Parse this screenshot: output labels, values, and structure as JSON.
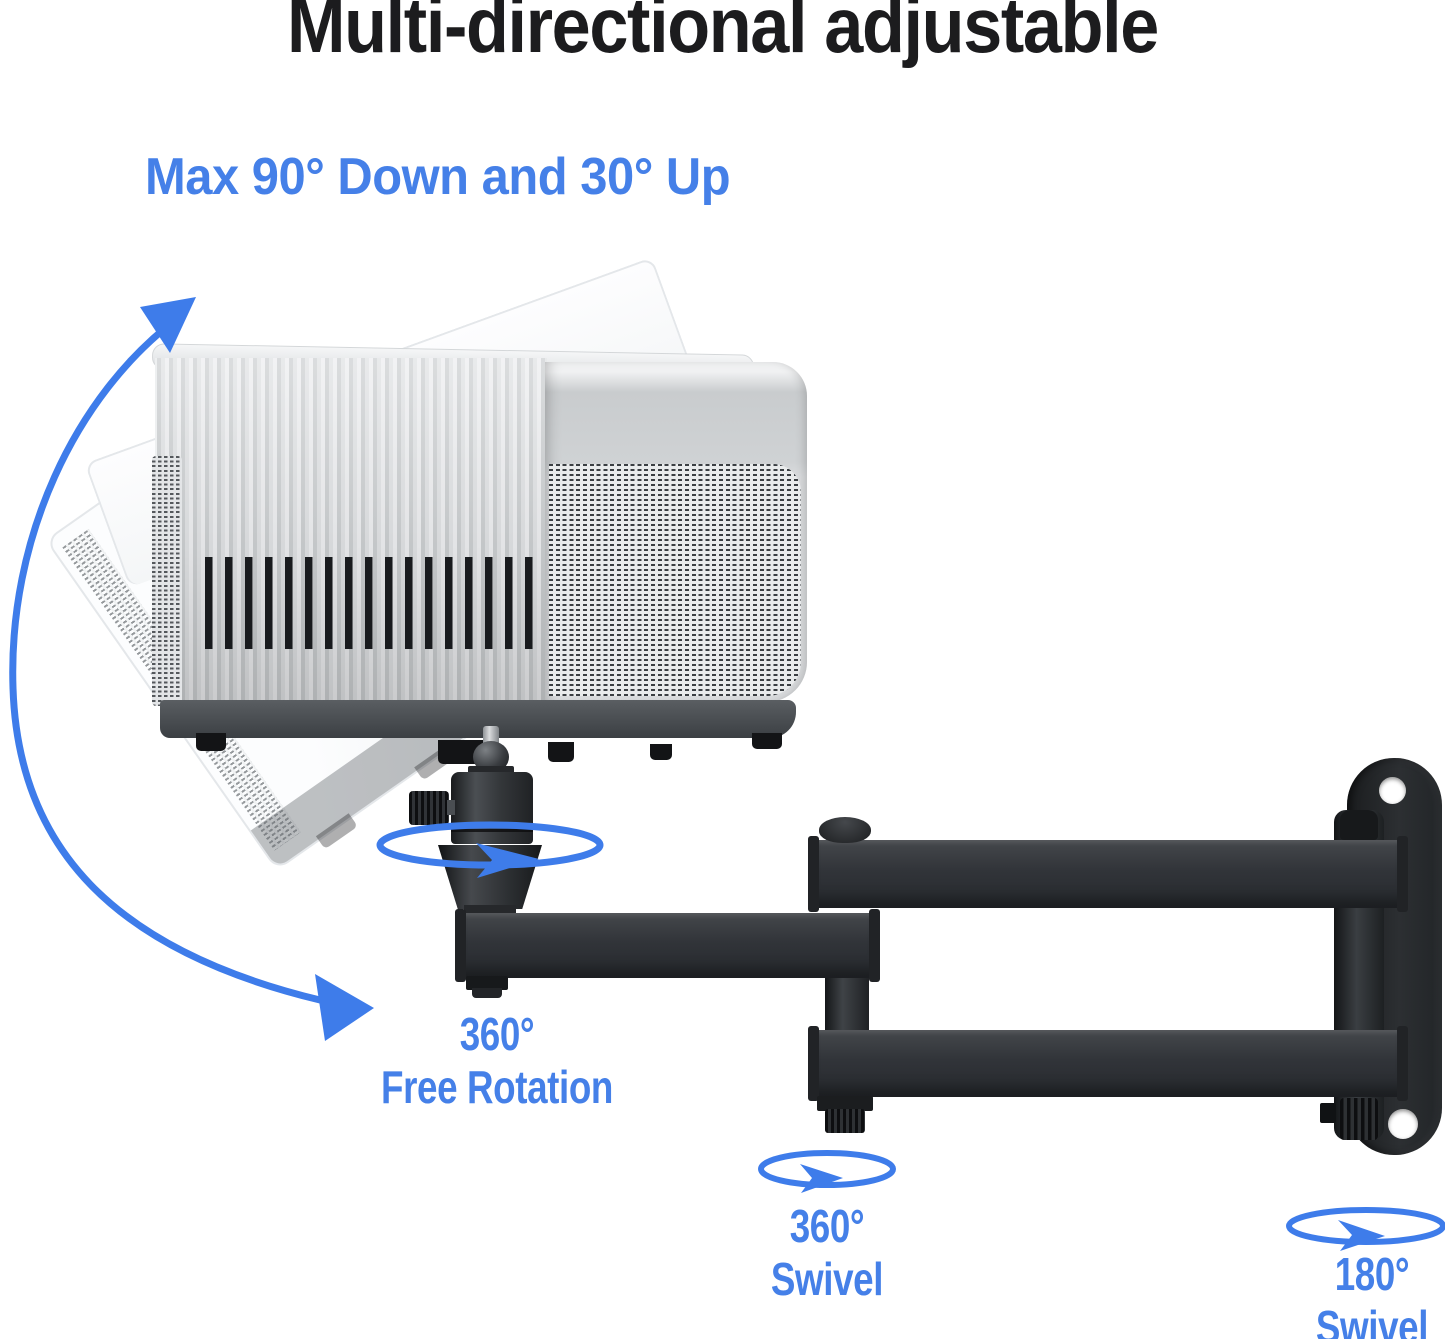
{
  "header": {
    "title": "Multi-directional adjustable",
    "subtitle": "Max 90° Down and 30° Up"
  },
  "annotations": {
    "free_rotation": {
      "degrees": "360°",
      "caption": "Free Rotation"
    },
    "arm_swivel": {
      "degrees": "360°",
      "caption": "Swivel"
    },
    "wall_swivel": {
      "degrees": "180°",
      "caption": "Swivel"
    }
  },
  "icons": {
    "tilt_range_arrow": "curved-arc-double-arrow",
    "free_rotation_arrow": "rotation-ellipse-arrow",
    "arm_swivel_arrow": "rotation-ellipse-arrow",
    "wall_swivel_arrow": "rotation-ellipse-arrow"
  },
  "colors": {
    "background": "#FFFFFF",
    "accent_blue": "#3E7CEA",
    "text_blue": "#4580E8",
    "title_color": "#1C1C1E",
    "mount_dark": "#2B2D30",
    "projector_light": "#E9EBED"
  }
}
